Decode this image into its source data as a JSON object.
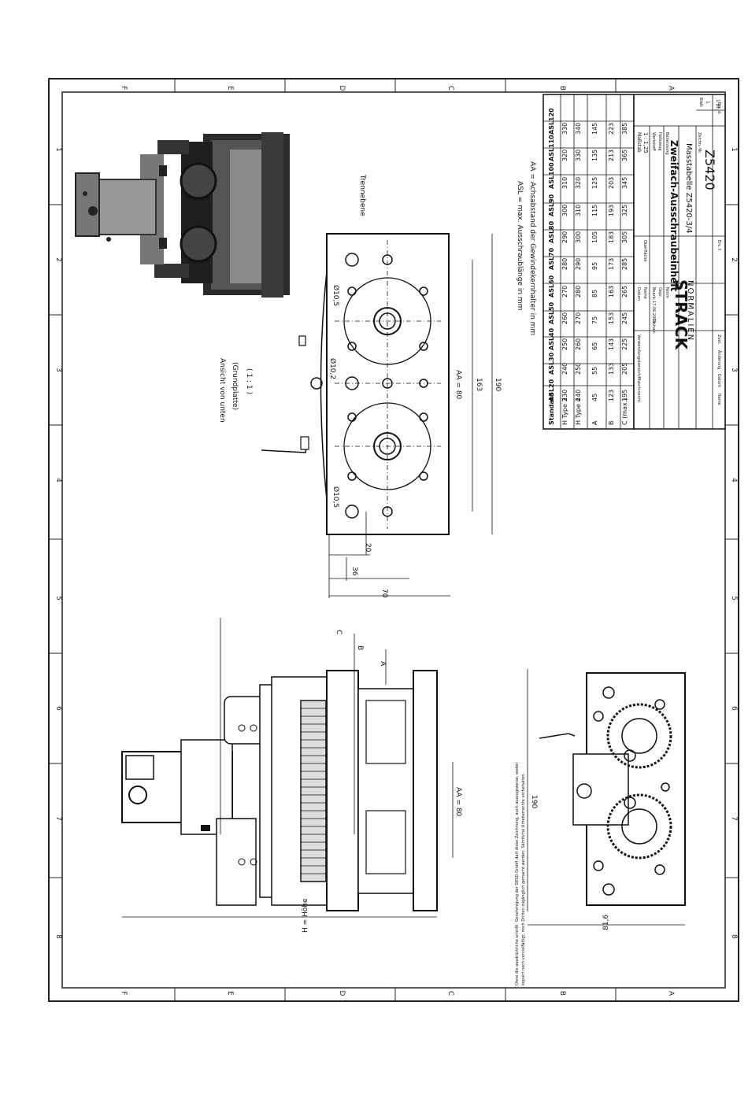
{
  "frame": {
    "row_letters": [
      "F",
      "E",
      "D",
      "C",
      "B",
      "A"
    ],
    "col_numbers": [
      "1",
      "2",
      "3",
      "4",
      "5",
      "6",
      "7",
      "8"
    ]
  },
  "legend": {
    "line1": "ASL = max. Ausschraublänge in mm",
    "line2": "AA = Achsabstand der Gewindekernhalter in mm"
  },
  "bottom_view": {
    "title": "Ansicht von unten",
    "subtitle": "(Grundplatte)",
    "scale": "( 1 : 1 )",
    "trennebene": "Trennebene",
    "dims": {
      "aa": "AA = 80",
      "d163": "163",
      "d190": "190",
      "d20": "20",
      "d36": "36",
      "d70": "70",
      "phi1": "Ø10,5",
      "phi2": "Ø10,5",
      "phi3": "Ø10,2"
    }
  },
  "side_view": {
    "c": "C",
    "b": "B",
    "a": "A",
    "aa": "AA = 80",
    "h": "H = Höhe",
    "d190": "190",
    "d816": "81,6"
  },
  "table": {
    "headers": [
      "Standard",
      "ASL20",
      "ASL30",
      "ASL40",
      "ASL50",
      "ASL60",
      "ASL70",
      "ASL80",
      "ASL90",
      "ASL100",
      "ASL110",
      "ASL120"
    ],
    "rows": [
      [
        "H Type 3",
        "230",
        "240",
        "250",
        "260",
        "270",
        "280",
        "290",
        "300",
        "310",
        "320",
        "330"
      ],
      [
        "H Type 4",
        "240",
        "250",
        "260",
        "270",
        "280",
        "290",
        "300",
        "310",
        "320",
        "330",
        "340"
      ],
      [
        "A",
        "45",
        "55",
        "65",
        "75",
        "85",
        "95",
        "105",
        "115",
        "125",
        "135",
        "145"
      ],
      [
        "B",
        "123",
        "133",
        "143",
        "153",
        "163",
        "173",
        "183",
        "193",
        "203",
        "213",
        "223"
      ],
      [
        "C (max.)",
        "195",
        "205",
        "225",
        "245",
        "265",
        "285",
        "305",
        "325",
        "345",
        "365",
        "385"
      ]
    ]
  },
  "title_block": {
    "company": "STRACK",
    "company_sub": "NORMALIEN",
    "title": "Zweifach-Ausschraubeinheit",
    "subtitle": "Masstabelle Z5420-3/4",
    "number": "Z5420",
    "scale_label": "Maßstab",
    "scale_value": "1 : 1,25",
    "werkstoff": "Werkstoff",
    "halbzeug": "Halbzeug",
    "benennung": "Benennung",
    "zeichnr": "Zeichn.-Nr.",
    "blatt": "Blatt",
    "blatt_value": "1",
    "bl": "1 Bl.",
    "datum": "Datum",
    "name": "Name",
    "bearb": "Bearb.",
    "bearb_date": "17.06.2003",
    "bearb_name": "Tashani",
    "gepr": "Gepr.",
    "norm": "Norm",
    "zust": "Zust.",
    "aenderung": "Änderung",
    "datum2": "Datum",
    "name2": "Name",
    "verwendung": "Verwendungsbereich/Maschinennr.",
    "oberflaeche": "Oberfläche",
    "ers": "Ers. f.",
    "ers_d": "Ers. d."
  },
  "copyright": {
    "line1": "Ohne die ausdrückliche schriftl. Genehmigung der DESD GmbH darf diese Zeichnung, auch auszugsweise, weder",
    "line2": "kopiert noch vervielfältigt, noch Dritten zugänglich gemacht werden. Sämtliche Urheberrechte vorbehalten."
  }
}
